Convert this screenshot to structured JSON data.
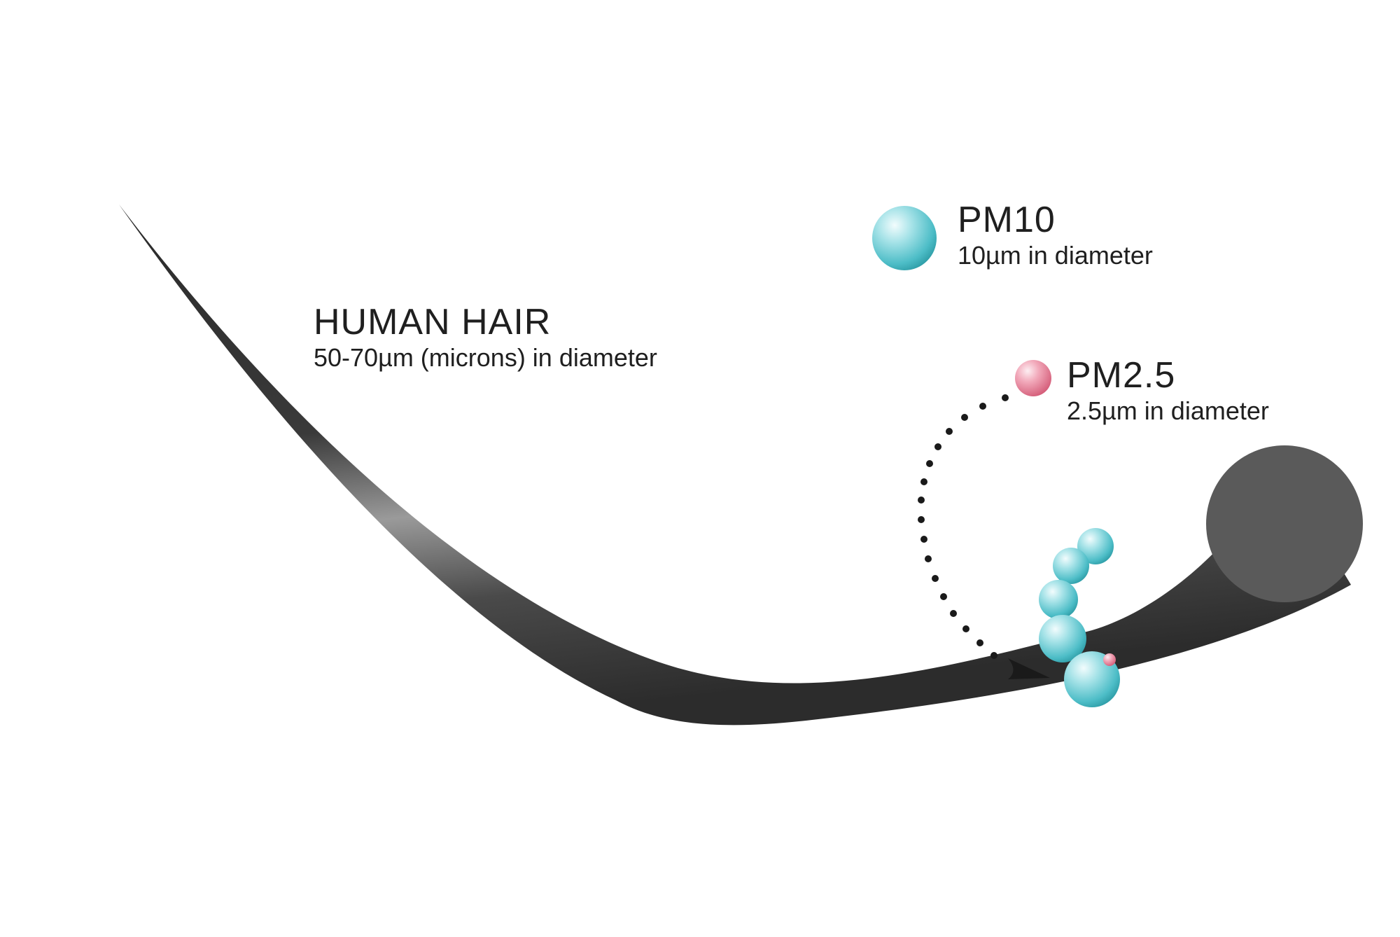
{
  "hair": {
    "title": "HUMAN HAIR",
    "subtitle": "50-70µm (microns) in diameter"
  },
  "pm10": {
    "title": "PM10",
    "subtitle": "10µm in diameter"
  },
  "pm25": {
    "title": "PM2.5",
    "subtitle": "2.5µm in diameter"
  },
  "colors": {
    "hair": "#4a4a4a",
    "hair_end": "#5a5a5a",
    "pm10": "#5cc6cf",
    "pm25": "#e8849a",
    "dots": "#1a1a1a"
  }
}
